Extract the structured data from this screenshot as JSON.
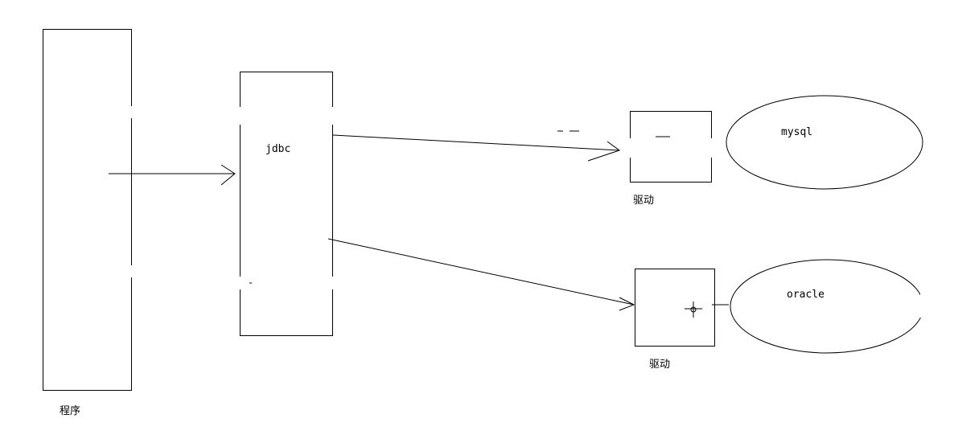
{
  "diagram": {
    "program_label": "程序",
    "jdbc_label": "jdbc",
    "mysql_label": "mysql",
    "oracle_label": "oracle",
    "driver_top_label": "驱动",
    "driver_bottom_label": "驱动"
  },
  "colors": {
    "stroke": "#000000",
    "background": "#ffffff"
  }
}
